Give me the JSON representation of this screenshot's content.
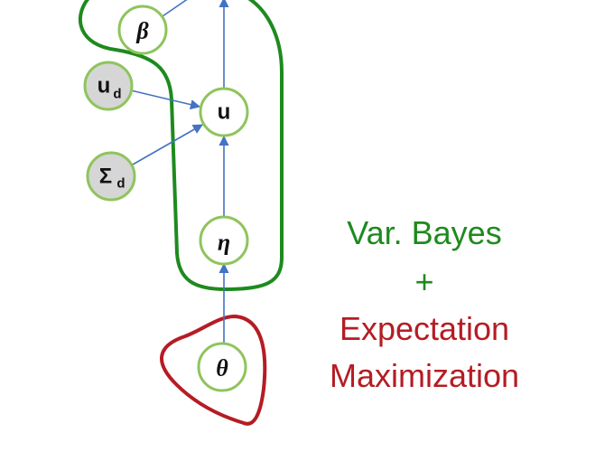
{
  "nodes": {
    "beta": {
      "symbol": "β",
      "sub": ""
    },
    "u_d": {
      "symbol": "u",
      "sub": "d"
    },
    "u": {
      "symbol": "u",
      "sub": ""
    },
    "sigma_d": {
      "symbol": "Σ",
      "sub": "d"
    },
    "eta": {
      "symbol": "η",
      "sub": ""
    },
    "theta": {
      "symbol": "θ",
      "sub": ""
    }
  },
  "legend": {
    "green_method": "Var. Bayes",
    "plus": "+",
    "red_line1": "Expectation",
    "red_line2": "Maximization"
  },
  "colors": {
    "green_region": "#1e8a1e",
    "red_region": "#b51c24",
    "node_border": "#8fc45c",
    "observed_fill": "#d6d6d6",
    "edge": "#4472c4",
    "green_text": "#1e8a1e",
    "red_text": "#b51c24"
  }
}
